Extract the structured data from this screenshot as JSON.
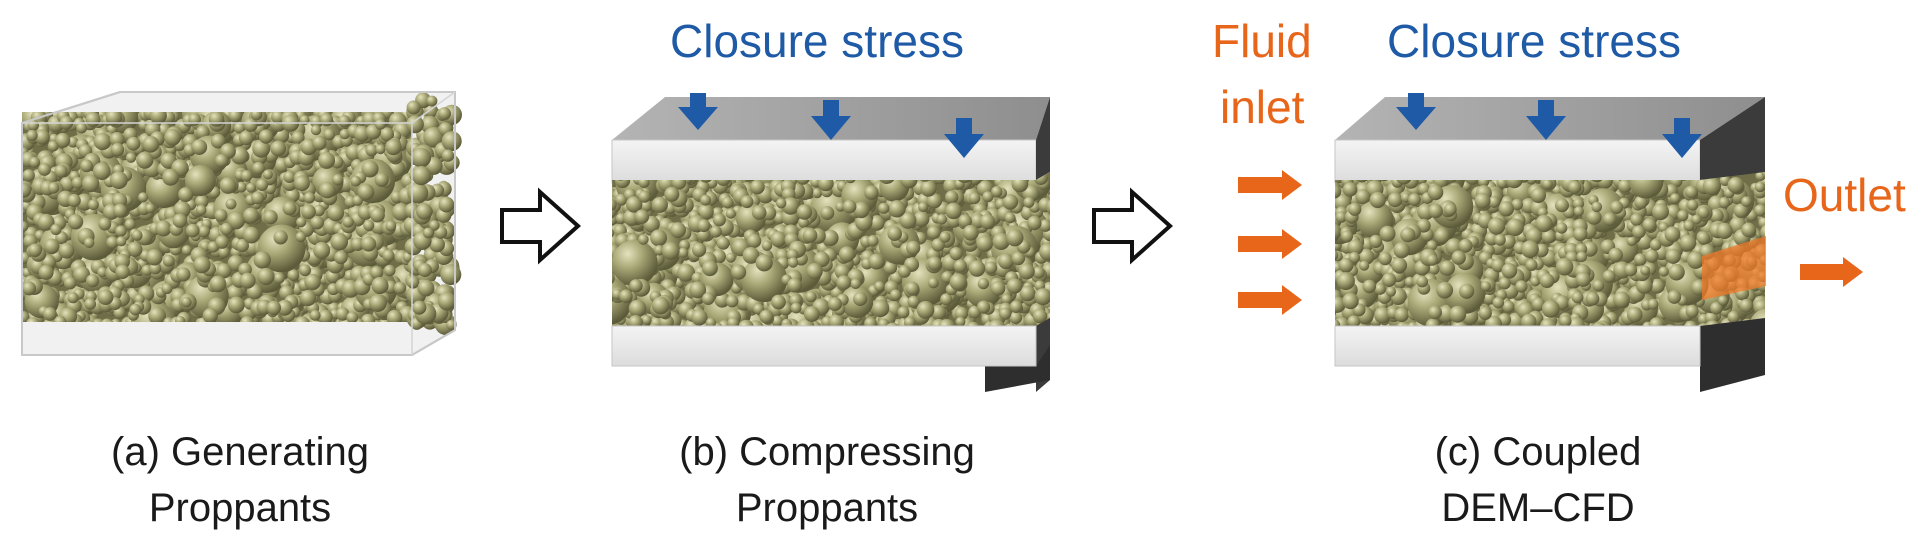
{
  "colors": {
    "stress": "#1f5aa6",
    "fluid": "#e8661a",
    "proppant": "#a9a877",
    "proppant_dark": "#6f6e48",
    "plate_top": "#9c9c9c",
    "plate_face": "#ececec",
    "plate_side": "#3b3b3b",
    "caption_text": "#1a1a1a"
  },
  "panel_a": {
    "caption_line1": "(a) Generating",
    "caption_line2": "Proppants",
    "icon": "proppant-box"
  },
  "panel_b": {
    "stress_label": "Closure stress",
    "caption_line1": "(b) Compressing",
    "caption_line2": "Proppants",
    "icon": "compressed-pack"
  },
  "panel_c": {
    "stress_label": "Closure stress",
    "inlet_line1": "Fluid",
    "inlet_line2": "inlet",
    "outlet_label": "Outlet",
    "caption_line1": "(c) Coupled",
    "caption_line2": "DEM–CFD",
    "icon": "coupled-flow-pack"
  },
  "arrows": [
    "hollow-right-arrow",
    "hollow-right-arrow"
  ]
}
